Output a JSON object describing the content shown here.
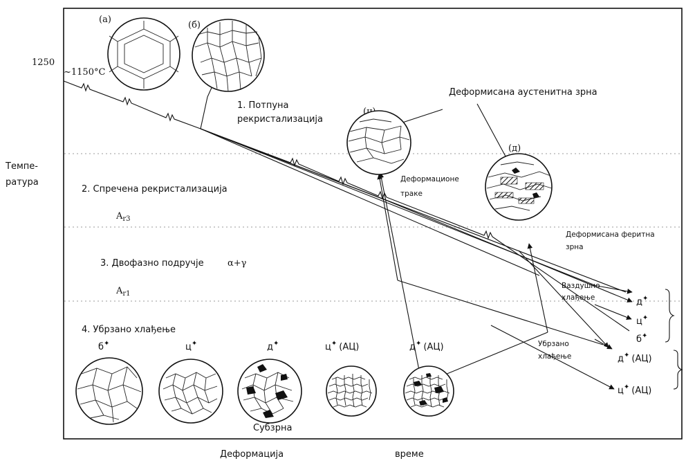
{
  "labels": {
    "y_axis": [
      "Темпе-",
      "ратура"
    ],
    "x_left": "Деформација",
    "x_right": "време",
    "t1250": "1250",
    "t1150": "~1150°C",
    "zone1": [
      "1. Потпуна",
      "рекристализација"
    ],
    "zone2": "2. Спречена рекристализација",
    "zone3": "3. Двофазно подручје",
    "alpha_gamma": "α+γ",
    "zone4": "4. Убрзано хлађење",
    "a_r3": "A",
    "a_r3_sub": "r3",
    "a_r1": "A",
    "a_r1_sub": "r1",
    "deformed_austenite": "Деформисана аустенитна зрна",
    "deformation_bands": [
      "Деформационе",
      "траке"
    ],
    "deformed_ferrite": [
      "Деформисана феритна",
      "зрна"
    ],
    "air_cooling": [
      "Ваздушно",
      "хлађење"
    ],
    "accel_cooling": [
      "Убрзано",
      "хлађење"
    ],
    "subgrain": "Субзрна",
    "micro_a": "(а)",
    "micro_b": "(б)",
    "micro_c": "(ц)",
    "micro_d": "(д)",
    "out_d": "д",
    "out_c": "ц",
    "out_b": "б",
    "out_d_ac": "д",
    "out_c_ac": "ц",
    "ac_suffix": "(АЦ)",
    "star": "✦",
    "bottom_b": "б",
    "bottom_c": "ц",
    "bottom_d": "д",
    "bottom_c_ac": "ц",
    "bottom_d_ac": "д"
  }
}
